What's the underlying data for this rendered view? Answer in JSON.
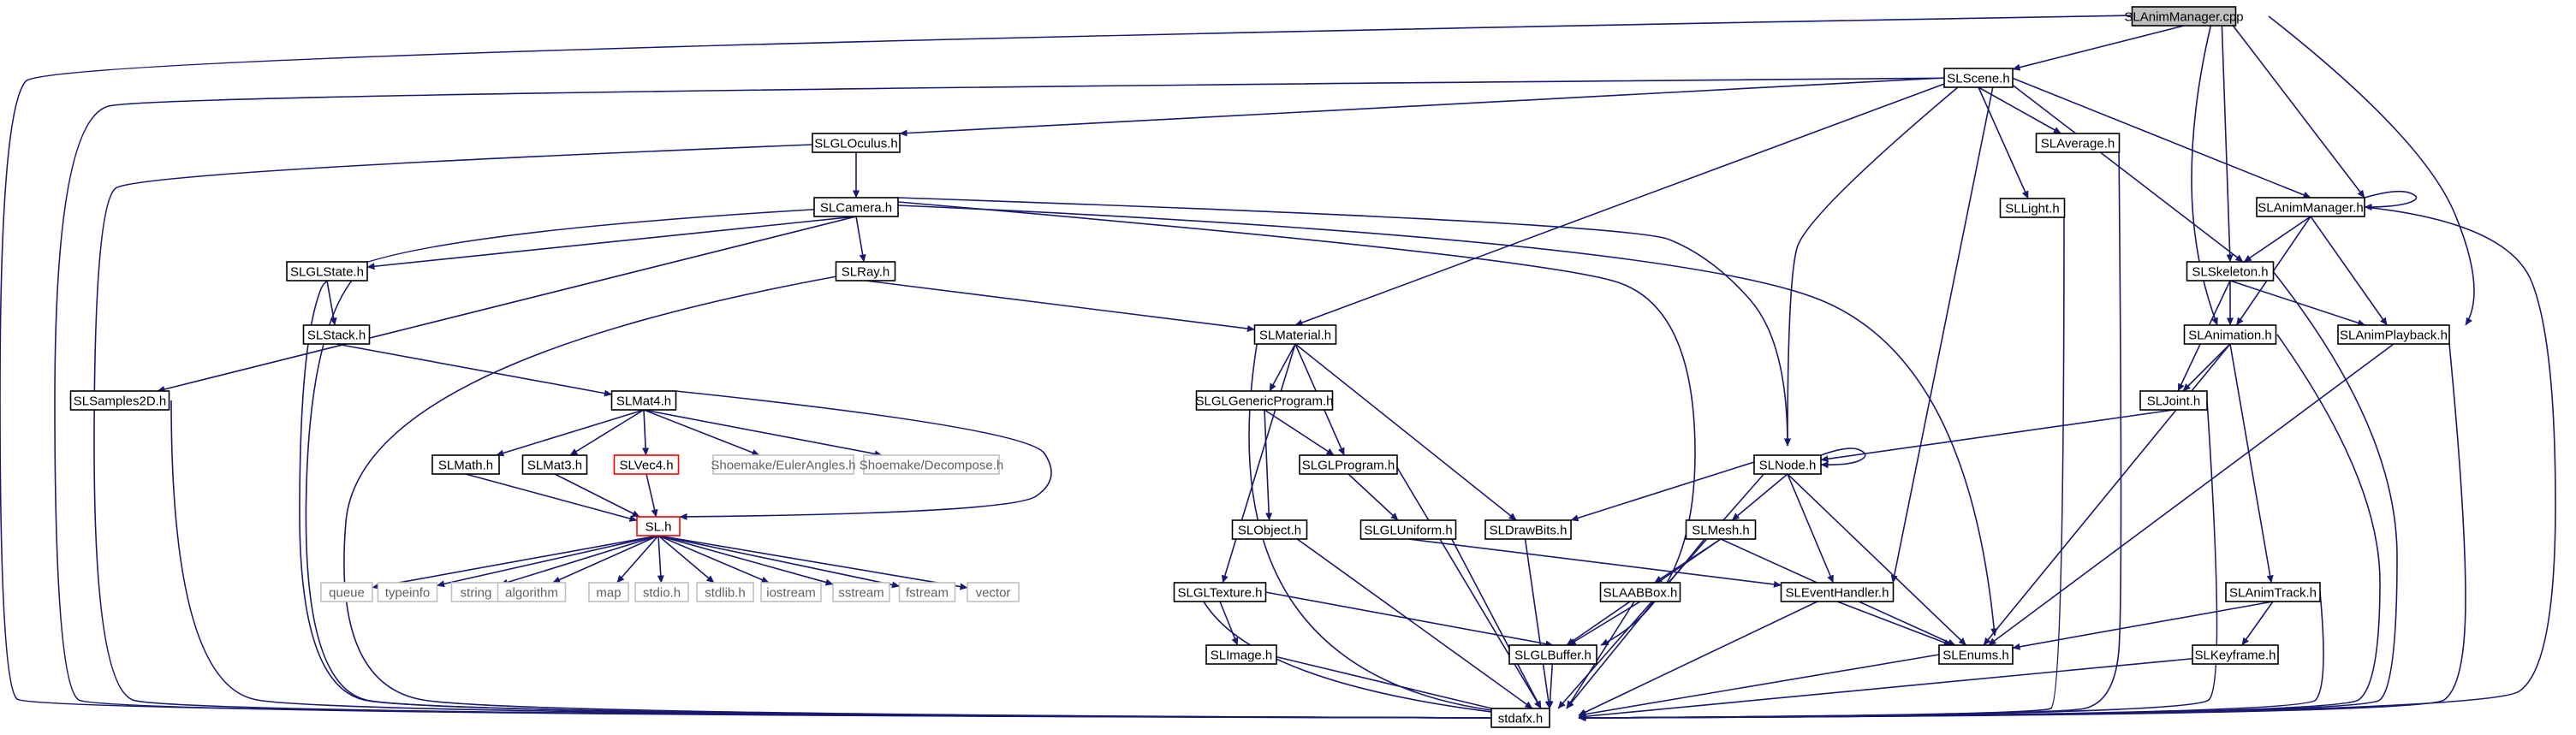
{
  "diagram": {
    "title": "",
    "nodes": [
      {
        "id": "SLAnimManager.cpp",
        "label": "SLAnimManager.cpp",
        "kind": "root"
      },
      {
        "id": "SLScene.h",
        "label": "SLScene.h",
        "kind": "normal"
      },
      {
        "id": "SLGLOculus.h",
        "label": "SLGLOculus.h",
        "kind": "normal"
      },
      {
        "id": "SLCamera.h",
        "label": "SLCamera.h",
        "kind": "normal"
      },
      {
        "id": "SLAverage.h",
        "label": "SLAverage.h",
        "kind": "normal"
      },
      {
        "id": "SLLight.h",
        "label": "SLLight.h",
        "kind": "normal"
      },
      {
        "id": "SLAnimManager.h",
        "label": "SLAnimManager.h",
        "kind": "normal"
      },
      {
        "id": "SLSkeleton.h",
        "label": "SLSkeleton.h",
        "kind": "normal"
      },
      {
        "id": "SLAnimation.h",
        "label": "SLAnimation.h",
        "kind": "normal"
      },
      {
        "id": "SLAnimPlayback.h",
        "label": "SLAnimPlayback.h",
        "kind": "normal"
      },
      {
        "id": "SLJoint.h",
        "label": "SLJoint.h",
        "kind": "normal"
      },
      {
        "id": "SLGLState.h",
        "label": "SLGLState.h",
        "kind": "normal"
      },
      {
        "id": "SLRay.h",
        "label": "SLRay.h",
        "kind": "normal"
      },
      {
        "id": "SLStack.h",
        "label": "SLStack.h",
        "kind": "normal"
      },
      {
        "id": "SLMaterial.h",
        "label": "SLMaterial.h",
        "kind": "normal"
      },
      {
        "id": "SLSamples2D.h",
        "label": "SLSamples2D.h",
        "kind": "normal"
      },
      {
        "id": "SLMat4.h",
        "label": "SLMat4.h",
        "kind": "normal"
      },
      {
        "id": "SLGLGenericProgram.h",
        "label": "SLGLGenericProgram.h",
        "kind": "normal"
      },
      {
        "id": "SLMath.h",
        "label": "SLMath.h",
        "kind": "normal"
      },
      {
        "id": "SLMat3.h",
        "label": "SLMat3.h",
        "kind": "normal"
      },
      {
        "id": "SLVec4.h",
        "label": "SLVec4.h",
        "kind": "red"
      },
      {
        "id": "Shoemake/EulerAngles.h",
        "label": "Shoemake/EulerAngles.h",
        "kind": "system"
      },
      {
        "id": "Shoemake/Decompose.h",
        "label": "Shoemake/Decompose.h",
        "kind": "system"
      },
      {
        "id": "SLGLProgram.h",
        "label": "SLGLProgram.h",
        "kind": "normal"
      },
      {
        "id": "SLNode.h",
        "label": "SLNode.h",
        "kind": "normal"
      },
      {
        "id": "SL.h",
        "label": "SL.h",
        "kind": "red"
      },
      {
        "id": "SLObject.h",
        "label": "SLObject.h",
        "kind": "normal"
      },
      {
        "id": "SLGLUniform.h",
        "label": "SLGLUniform.h",
        "kind": "normal"
      },
      {
        "id": "SLDrawBits.h",
        "label": "SLDrawBits.h",
        "kind": "normal"
      },
      {
        "id": "SLMesh.h",
        "label": "SLMesh.h",
        "kind": "normal"
      },
      {
        "id": "queue",
        "label": "queue",
        "kind": "system"
      },
      {
        "id": "typeinfo",
        "label": "typeinfo",
        "kind": "system"
      },
      {
        "id": "string",
        "label": "string",
        "kind": "system"
      },
      {
        "id": "algorithm",
        "label": "algorithm",
        "kind": "system"
      },
      {
        "id": "map",
        "label": "map",
        "kind": "system"
      },
      {
        "id": "stdio.h",
        "label": "stdio.h",
        "kind": "system"
      },
      {
        "id": "stdlib.h",
        "label": "stdlib.h",
        "kind": "system"
      },
      {
        "id": "iostream",
        "label": "iostream",
        "kind": "system"
      },
      {
        "id": "sstream",
        "label": "sstream",
        "kind": "system"
      },
      {
        "id": "fstream",
        "label": "fstream",
        "kind": "system"
      },
      {
        "id": "vector",
        "label": "vector",
        "kind": "system"
      },
      {
        "id": "SLGLTexture.h",
        "label": "SLGLTexture.h",
        "kind": "normal"
      },
      {
        "id": "SLAABBox.h",
        "label": "SLAABBox.h",
        "kind": "normal"
      },
      {
        "id": "SLEventHandler.h",
        "label": "SLEventHandler.h",
        "kind": "normal"
      },
      {
        "id": "SLAnimTrack.h",
        "label": "SLAnimTrack.h",
        "kind": "normal"
      },
      {
        "id": "SLImage.h",
        "label": "SLImage.h",
        "kind": "normal"
      },
      {
        "id": "SLGLBuffer.h",
        "label": "SLGLBuffer.h",
        "kind": "normal"
      },
      {
        "id": "SLEnums.h",
        "label": "SLEnums.h",
        "kind": "normal"
      },
      {
        "id": "SLKeyframe.h",
        "label": "SLKeyframe.h",
        "kind": "normal"
      },
      {
        "id": "stdafx.h",
        "label": "stdafx.h",
        "kind": "normal"
      }
    ],
    "edges": [
      {
        "from": "SLAnimManager.cpp",
        "to": "SLScene.h"
      },
      {
        "from": "SLAnimManager.cpp",
        "to": "SLAnimManager.h"
      },
      {
        "from": "SLAnimManager.cpp",
        "to": "SLSkeleton.h"
      },
      {
        "from": "SLAnimManager.cpp",
        "to": "SLAnimation.h"
      },
      {
        "from": "SLAnimManager.cpp",
        "to": "SLAnimPlayback.h"
      },
      {
        "from": "SLAnimManager.cpp",
        "to": "stdafx.h"
      },
      {
        "from": "SLScene.h",
        "to": "SLGLOculus.h"
      },
      {
        "from": "SLScene.h",
        "to": "SLAverage.h"
      },
      {
        "from": "SLScene.h",
        "to": "SLLight.h"
      },
      {
        "from": "SLScene.h",
        "to": "SLAnimManager.h"
      },
      {
        "from": "SLScene.h",
        "to": "SLSkeleton.h"
      },
      {
        "from": "SLScene.h",
        "to": "SLMaterial.h"
      },
      {
        "from": "SLScene.h",
        "to": "SLNode.h"
      },
      {
        "from": "SLScene.h",
        "to": "SLEventHandler.h"
      },
      {
        "from": "SLScene.h",
        "to": "stdafx.h"
      },
      {
        "from": "SLGLOculus.h",
        "to": "SLCamera.h"
      },
      {
        "from": "SLGLOculus.h",
        "to": "stdafx.h"
      },
      {
        "from": "SLCamera.h",
        "to": "SLGLState.h"
      },
      {
        "from": "SLCamera.h",
        "to": "SLRay.h"
      },
      {
        "from": "SLCamera.h",
        "to": "SLSamples2D.h"
      },
      {
        "from": "SLCamera.h",
        "to": "SLNode.h"
      },
      {
        "from": "SLCamera.h",
        "to": "SLGLBuffer.h"
      },
      {
        "from": "SLCamera.h",
        "to": "SLEnums.h"
      },
      {
        "from": "SLCamera.h",
        "to": "stdafx.h"
      },
      {
        "from": "SLAverage.h",
        "to": "stdafx.h"
      },
      {
        "from": "SLLight.h",
        "to": "stdafx.h"
      },
      {
        "from": "SLAnimManager.h",
        "to": "SLAnimManager.h"
      },
      {
        "from": "SLAnimManager.h",
        "to": "SLSkeleton.h"
      },
      {
        "from": "SLAnimManager.h",
        "to": "SLAnimation.h"
      },
      {
        "from": "SLAnimManager.h",
        "to": "SLAnimPlayback.h"
      },
      {
        "from": "SLAnimManager.h",
        "to": "stdafx.h"
      },
      {
        "from": "SLSkeleton.h",
        "to": "SLAnimation.h"
      },
      {
        "from": "SLSkeleton.h",
        "to": "SLJoint.h"
      },
      {
        "from": "SLSkeleton.h",
        "to": "SLAnimPlayback.h"
      },
      {
        "from": "SLSkeleton.h",
        "to": "stdafx.h"
      },
      {
        "from": "SLAnimation.h",
        "to": "SLJoint.h"
      },
      {
        "from": "SLAnimation.h",
        "to": "SLAnimTrack.h"
      },
      {
        "from": "SLAnimation.h",
        "to": "SLEnums.h"
      },
      {
        "from": "SLAnimation.h",
        "to": "stdafx.h"
      },
      {
        "from": "SLAnimPlayback.h",
        "to": "SLEnums.h"
      },
      {
        "from": "SLAnimPlayback.h",
        "to": "stdafx.h"
      },
      {
        "from": "SLJoint.h",
        "to": "SLNode.h"
      },
      {
        "from": "SLJoint.h",
        "to": "stdafx.h"
      },
      {
        "from": "SLGLState.h",
        "to": "SLStack.h"
      },
      {
        "from": "SLGLState.h",
        "to": "stdafx.h"
      },
      {
        "from": "SLStack.h",
        "to": "SLMat4.h"
      },
      {
        "from": "SLRay.h",
        "to": "SLMaterial.h"
      },
      {
        "from": "SLRay.h",
        "to": "stdafx.h"
      },
      {
        "from": "SLSamples2D.h",
        "to": "stdafx.h"
      },
      {
        "from": "SLMat4.h",
        "to": "SLMath.h"
      },
      {
        "from": "SLMat4.h",
        "to": "SLMat3.h"
      },
      {
        "from": "SLMat4.h",
        "to": "SLVec4.h"
      },
      {
        "from": "SLMat4.h",
        "to": "Shoemake/EulerAngles.h"
      },
      {
        "from": "SLMat4.h",
        "to": "Shoemake/Decompose.h"
      },
      {
        "from": "SLMat4.h",
        "to": "SL.h"
      },
      {
        "from": "SLMath.h",
        "to": "SL.h"
      },
      {
        "from": "SLMat3.h",
        "to": "SL.h"
      },
      {
        "from": "SLVec4.h",
        "to": "SL.h"
      },
      {
        "from": "SL.h",
        "to": "queue"
      },
      {
        "from": "SL.h",
        "to": "typeinfo"
      },
      {
        "from": "SL.h",
        "to": "string"
      },
      {
        "from": "SL.h",
        "to": "algorithm"
      },
      {
        "from": "SL.h",
        "to": "map"
      },
      {
        "from": "SL.h",
        "to": "stdio.h"
      },
      {
        "from": "SL.h",
        "to": "stdlib.h"
      },
      {
        "from": "SL.h",
        "to": "iostream"
      },
      {
        "from": "SL.h",
        "to": "sstream"
      },
      {
        "from": "SL.h",
        "to": "fstream"
      },
      {
        "from": "SL.h",
        "to": "vector"
      },
      {
        "from": "SLMaterial.h",
        "to": "SLGLGenericProgram.h"
      },
      {
        "from": "SLMaterial.h",
        "to": "SLGLProgram.h"
      },
      {
        "from": "SLMaterial.h",
        "to": "SLDrawBits.h"
      },
      {
        "from": "SLMaterial.h",
        "to": "SLGLTexture.h"
      },
      {
        "from": "SLMaterial.h",
        "to": "stdafx.h"
      },
      {
        "from": "SLGLGenericProgram.h",
        "to": "SLGLProgram.h"
      },
      {
        "from": "SLGLGenericProgram.h",
        "to": "SLObject.h"
      },
      {
        "from": "SLGLProgram.h",
        "to": "SLGLUniform.h"
      },
      {
        "from": "SLGLProgram.h",
        "to": "stdafx.h"
      },
      {
        "from": "SLGLUniform.h",
        "to": "SLEventHandler.h"
      },
      {
        "from": "SLGLUniform.h",
        "to": "stdafx.h"
      },
      {
        "from": "SLObject.h",
        "to": "stdafx.h"
      },
      {
        "from": "SLNode.h",
        "to": "SLNode.h"
      },
      {
        "from": "SLNode.h",
        "to": "SLDrawBits.h"
      },
      {
        "from": "SLNode.h",
        "to": "SLMesh.h"
      },
      {
        "from": "SLNode.h",
        "to": "SLEventHandler.h"
      },
      {
        "from": "SLNode.h",
        "to": "SLEnums.h"
      },
      {
        "from": "SLNode.h",
        "to": "stdafx.h"
      },
      {
        "from": "SLDrawBits.h",
        "to": "stdafx.h"
      },
      {
        "from": "SLMesh.h",
        "to": "SLAABBox.h"
      },
      {
        "from": "SLMesh.h",
        "to": "SLGLBuffer.h"
      },
      {
        "from": "SLMesh.h",
        "to": "SLEnums.h"
      },
      {
        "from": "SLMesh.h",
        "to": "stdafx.h"
      },
      {
        "from": "SLAABBox.h",
        "to": "SLGLBuffer.h"
      },
      {
        "from": "SLAABBox.h",
        "to": "stdafx.h"
      },
      {
        "from": "SLGLTexture.h",
        "to": "SLImage.h"
      },
      {
        "from": "SLGLTexture.h",
        "to": "SLGLBuffer.h"
      },
      {
        "from": "SLGLTexture.h",
        "to": "stdafx.h"
      },
      {
        "from": "SLImage.h",
        "to": "stdafx.h"
      },
      {
        "from": "SLGLBuffer.h",
        "to": "stdafx.h"
      },
      {
        "from": "SLEventHandler.h",
        "to": "SLEnums.h"
      },
      {
        "from": "SLEventHandler.h",
        "to": "stdafx.h"
      },
      {
        "from": "SLEnums.h",
        "to": "stdafx.h"
      },
      {
        "from": "SLAnimTrack.h",
        "to": "SLKeyframe.h"
      },
      {
        "from": "SLAnimTrack.h",
        "to": "SLEnums.h"
      },
      {
        "from": "SLAnimTrack.h",
        "to": "stdafx.h"
      },
      {
        "from": "SLKeyframe.h",
        "to": "stdafx.h"
      }
    ],
    "colors": {
      "edge": "#191970",
      "node_border": "#000000",
      "system_border": "#bfbfbf",
      "undocumented_border": "#ff0000",
      "root_fill": "#bfbfbf",
      "background": "#ffffff"
    }
  }
}
